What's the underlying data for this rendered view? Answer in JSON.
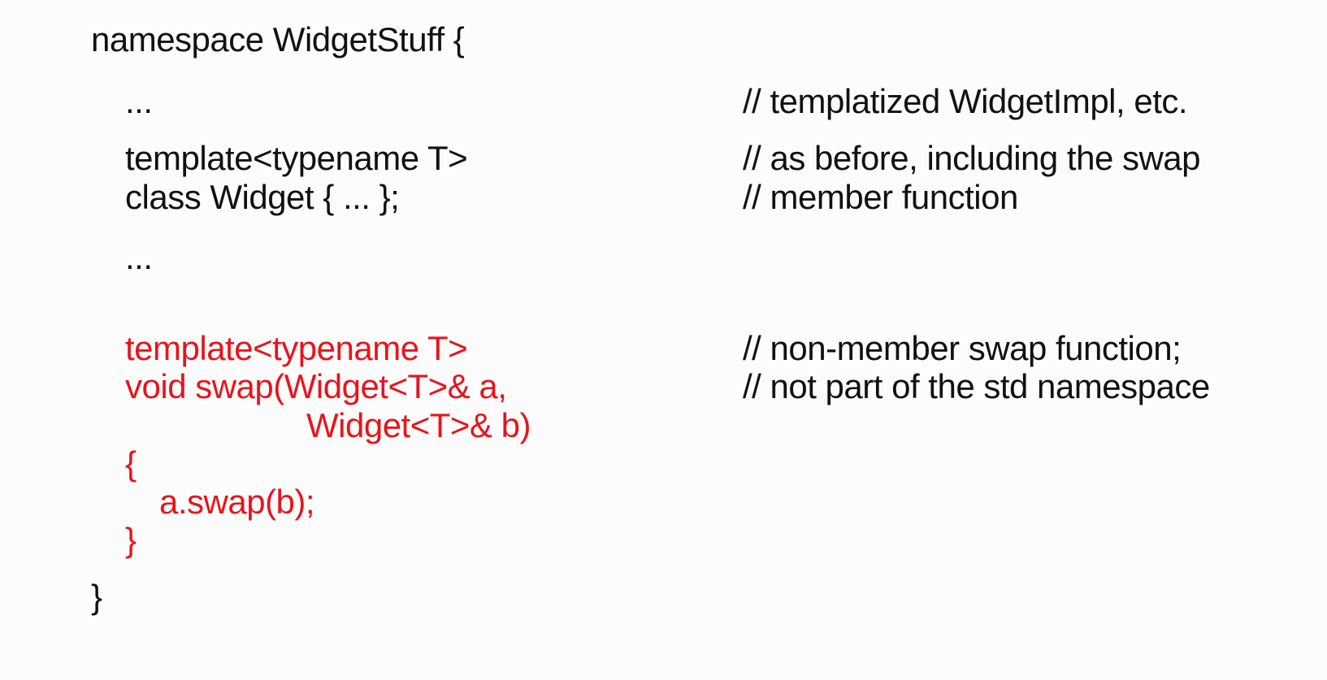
{
  "colors": {
    "background": "#fcfcfc",
    "text": "#111111",
    "highlight": "#e8141c"
  },
  "code": {
    "ns_open": "namespace WidgetStuff {",
    "ellipsis_1": "...",
    "template_1": "template<typename T>",
    "class_decl": "class Widget { ... };",
    "ellipsis_2": "...",
    "template_2": "template<typename T>",
    "swap_sig_1": "void swap(Widget<T>& a,",
    "swap_sig_2": "Widget<T>& b)",
    "brace_open": "{",
    "swap_body": "a.swap(b);",
    "brace_close": "}",
    "ns_close": "}"
  },
  "comments": {
    "c1": "// templatized WidgetImpl, etc.",
    "c2": "// as before, including the swap",
    "c3": "// member function",
    "c4": "// non-member swap function;",
    "c5": "// not part of the std namespace"
  }
}
